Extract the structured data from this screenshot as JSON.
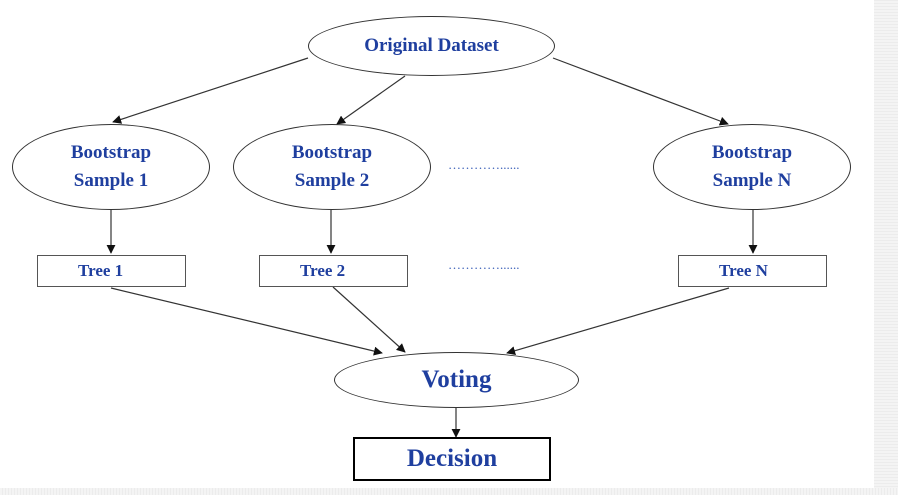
{
  "nodes": {
    "original_dataset": "Original Dataset",
    "bootstrap_1": "Bootstrap\nSample 1",
    "bootstrap_2": "Bootstrap\nSample 2",
    "bootstrap_n": "Bootstrap\nSample N",
    "tree_1": "Tree 1",
    "tree_2": "Tree 2",
    "tree_n": "Tree N",
    "voting": "Voting",
    "decision": "Decision"
  },
  "ellipsis_samples": "…………......",
  "ellipsis_trees": "…………......",
  "colors": {
    "text": "#1f3f9f",
    "line": "#333333"
  }
}
